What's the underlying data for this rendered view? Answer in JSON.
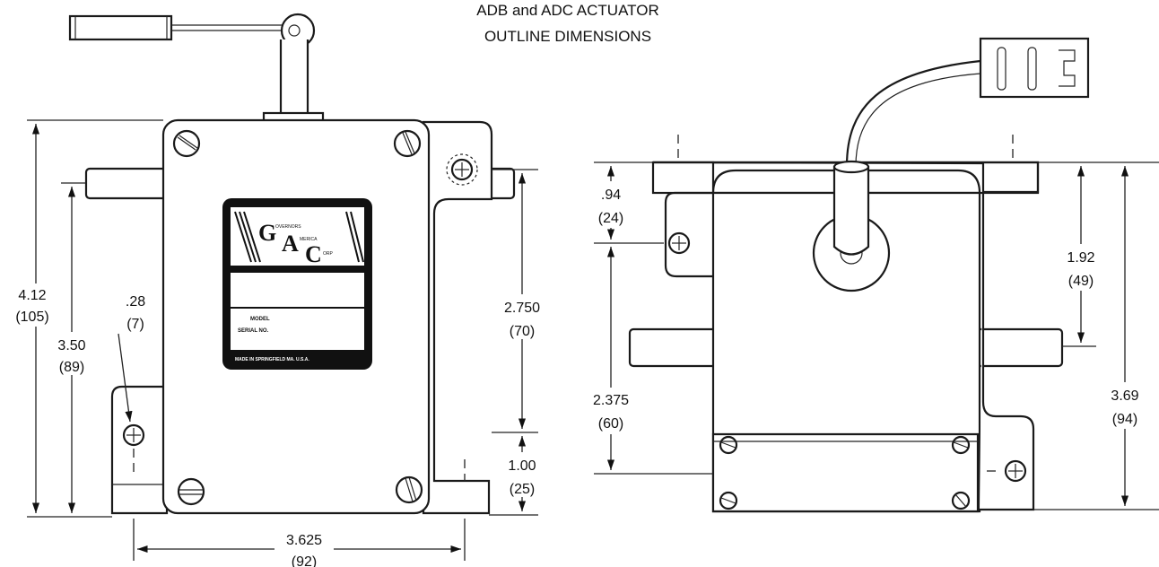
{
  "title": {
    "line1": "ADB and ADC ACTUATOR",
    "line2": "OUTLINE DIMENSIONS"
  },
  "left_view": {
    "dim_overall_height": {
      "value": "4.12",
      "metric": "(105)"
    },
    "dim_pivot_height": {
      "value": "3.50",
      "metric": "(89)"
    },
    "dim_slot": {
      "value": ".28",
      "metric": "(7)"
    },
    "dim_hole_spacing": {
      "value": "2.750",
      "metric": "(70)"
    },
    "dim_base_to_hole": {
      "value": "1.00",
      "metric": "(25)"
    },
    "dim_width": {
      "value": "3.625",
      "metric": "(92)"
    }
  },
  "label_plate": {
    "logo_g": "G",
    "logo_a": "A",
    "logo_c": "C",
    "logo_overnors": "OVERNORS",
    "logo_merica": "MERICA",
    "logo_orp": "ORP",
    "model": "MODEL",
    "serial": "SERIAL NO.",
    "made_in": "MADE IN SPRINGFIELD MA. U.S.A."
  },
  "right_view": {
    "dim_top_to_hole": {
      "value": ".94",
      "metric": "(24)"
    },
    "dim_hole_to_base": {
      "value": "2.375",
      "metric": "(60)"
    },
    "dim_shaft_height": {
      "value": "1.92",
      "metric": "(49)"
    },
    "dim_overall_height": {
      "value": "3.69",
      "metric": "(94)"
    }
  }
}
